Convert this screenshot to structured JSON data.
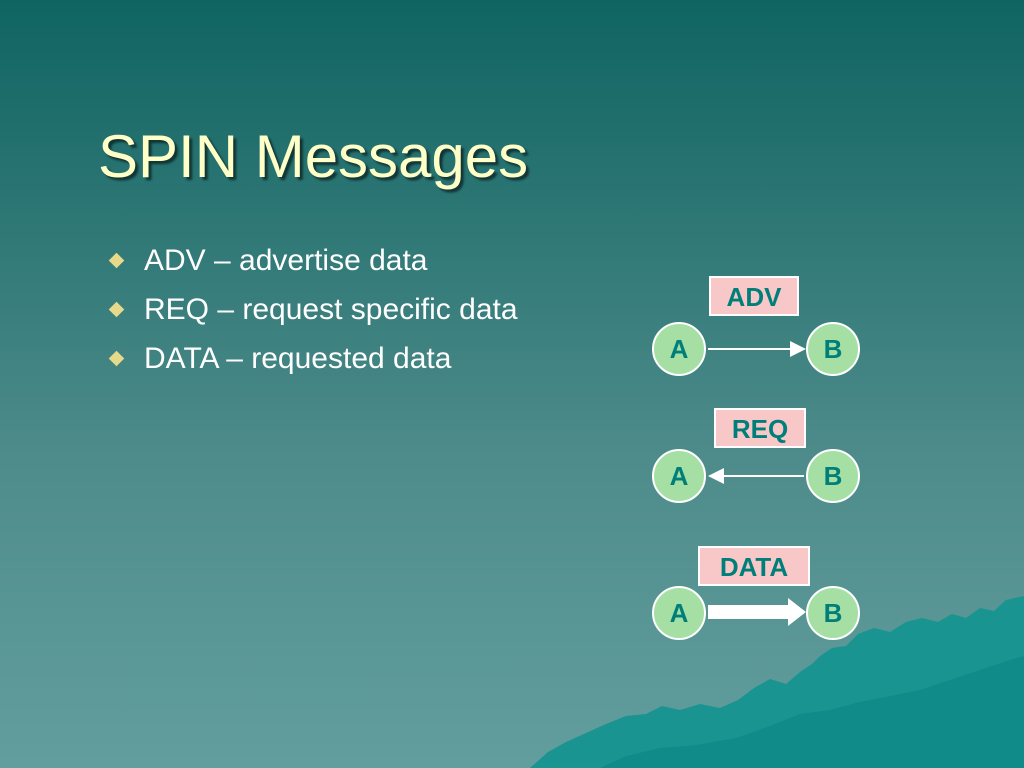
{
  "slide": {
    "title": "SPIN Messages",
    "bullets": [
      "ADV – advertise data",
      "REQ – request specific data",
      "DATA – requested data"
    ]
  },
  "diagram": {
    "messages": [
      {
        "label": "ADV",
        "from": "A",
        "to": "B",
        "direction": "A-to-B",
        "style": "thin"
      },
      {
        "label": "REQ",
        "from": "B",
        "to": "A",
        "direction": "B-to-A",
        "style": "thin"
      },
      {
        "label": "DATA",
        "from": "A",
        "to": "B",
        "direction": "A-to-B",
        "style": "thick"
      }
    ]
  },
  "colors": {
    "background_top": "#0f6462",
    "background_bottom": "#629e9e",
    "title": "#ffffc8",
    "bullet_marker": "#e6d98a",
    "label_fill": "#f8c8c8",
    "node_fill": "#a6dfa4",
    "node_text": "#007f7a",
    "mountain": "#139390"
  }
}
